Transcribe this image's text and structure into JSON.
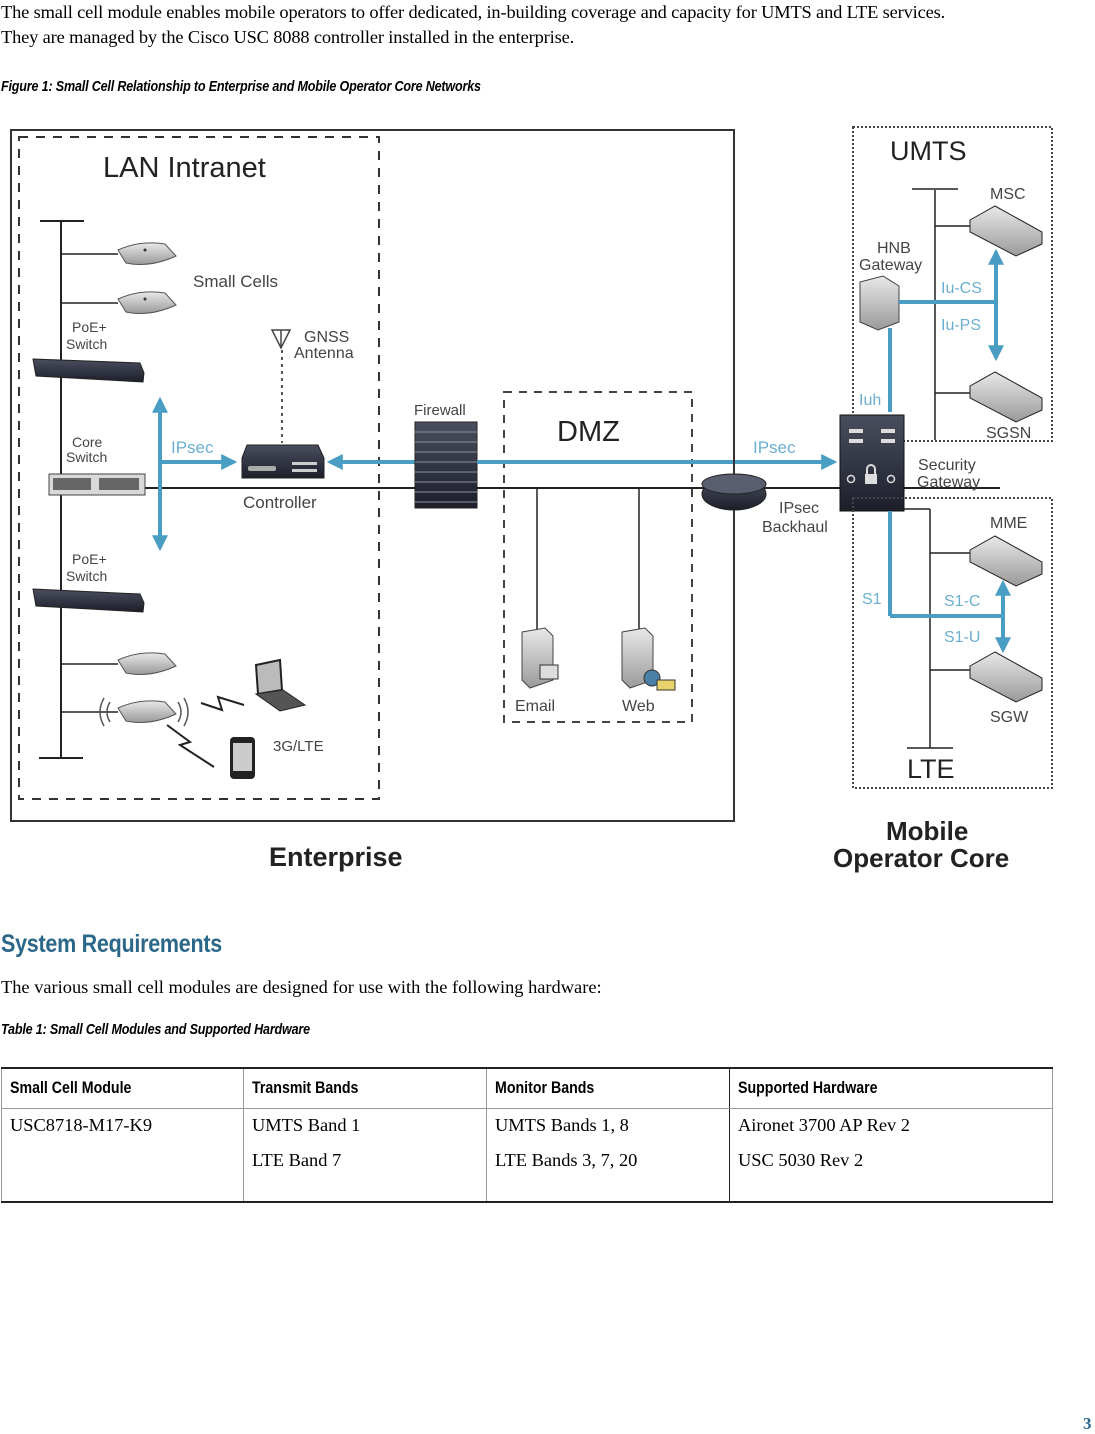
{
  "intro": {
    "line1": "The small cell module enables mobile operators to offer dedicated, in-building coverage and capacity for UMTS and LTE services.",
    "line2": "They are managed by the Cisco USC 8088 controller installed in the enterprise."
  },
  "figure": {
    "caption": "Figure 1: Small Cell Relationship to Enterprise and Mobile Operator Core Networks",
    "accent_color": "#4a9ec4",
    "labels": {
      "lan_intranet": "LAN Intranet",
      "small_cells": "Small Cells",
      "poe_switch_top_1": "PoE+",
      "poe_switch_top_2": "Switch",
      "gnss_1": "GNSS",
      "gnss_2": "Antenna",
      "core_switch_1": "Core",
      "core_switch_2": "Switch",
      "ipsec_left": "IPsec",
      "controller": "Controller",
      "poe_switch_bottom_1": "PoE+",
      "poe_switch_bottom_2": "Switch",
      "lte_devices": "3G/LTE",
      "enterprise": "Enterprise",
      "firewall": "Firewall",
      "dmz": "DMZ",
      "email": "Email",
      "web": "Web",
      "ipsec_right": "IPsec",
      "ipsec_backhaul_1": "IPsec",
      "ipsec_backhaul_2": "Backhaul",
      "umts": "UMTS",
      "msc": "MSC",
      "hnb_gateway_1": "HNB",
      "hnb_gateway_2": "Gateway",
      "iu_cs": "Iu-CS",
      "iu_ps": "Iu-PS",
      "iuh": "Iuh",
      "sgsn": "SGSN",
      "security_gateway_1": "Security",
      "security_gateway_2": "Gateway",
      "mme": "MME",
      "s1": "S1",
      "s1_c": "S1-C",
      "s1_u": "S1-U",
      "sgw": "SGW",
      "lte": "LTE",
      "mobile_core_1": "Mobile",
      "mobile_core_2": "Operator Core"
    }
  },
  "section": {
    "title": "System Requirements",
    "body": "The various small cell modules are designed for use with the following hardware:"
  },
  "table": {
    "caption": "Table 1: Small Cell Modules and Supported Hardware",
    "headers": [
      "Small Cell Module",
      "Transmit Bands",
      "Monitor Bands",
      "Supported Hardware"
    ],
    "rows": [
      {
        "module": [
          "USC8718-M17-K9"
        ],
        "transmit": [
          "UMTS Band 1",
          "LTE Band 7"
        ],
        "monitor": [
          "UMTS Bands 1, 8",
          "LTE Bands 3, 7, 20"
        ],
        "hardware": [
          "Aironet 3700 AP Rev 2",
          "USC 5030 Rev 2"
        ]
      }
    ]
  },
  "page_number": "3"
}
